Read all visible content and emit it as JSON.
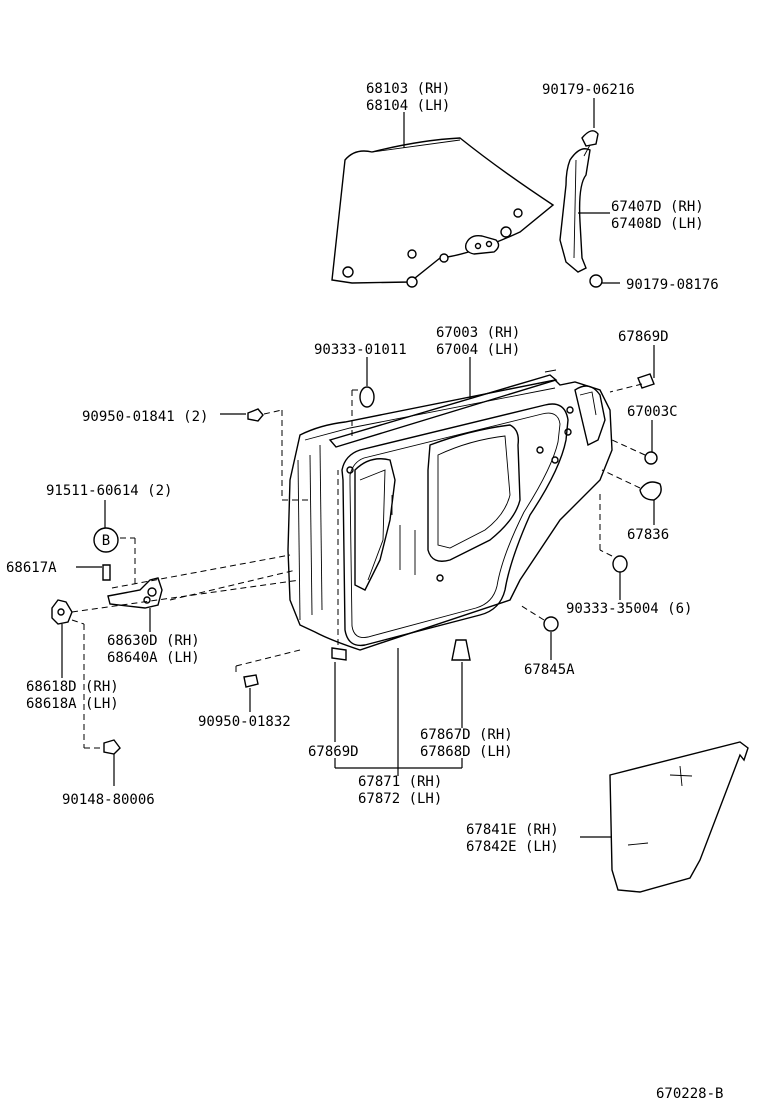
{
  "labels": {
    "glass_rh": "68103 (RH)",
    "glass_lh": "68104 (LH)",
    "bolt_06216": "90179-06216",
    "channel_rh": "67407D (RH)",
    "channel_lh": "67408D (LH)",
    "bolt_08176": "90179-08176",
    "panel_rh": "67003 (RH)",
    "panel_lh": "67004 (LH)",
    "plug_01011": "90333-01011",
    "cushion_67869d_top": "67869D",
    "bolt_01841": "90950-01841 (2)",
    "cushion_67003c": "67003C",
    "screw_60614": "91511-60614 (2)",
    "callout_b": "B",
    "hole_cover_67836": "67836",
    "pin_68617a": "68617A",
    "plug_35004": "90333-35004 (6)",
    "check_rh": "68630D (RH)",
    "check_lh": "68640A (LH)",
    "clip_67845a": "67845A",
    "hinge_rh": "68618D (RH)",
    "hinge_lh": "68618A (LH)",
    "plug_01832": "90950-01832",
    "clip_67867d_rh": "67867D (RH)",
    "clip_67868d_lh": "67868D (LH)",
    "cushion_67869d_bottom": "67869D",
    "weatherstrip_rh": "67871 (RH)",
    "weatherstrip_lh": "67872 (LH)",
    "bolt_80006": "90148-80006",
    "cover_rh": "67841E (RH)",
    "cover_lh": "67842E (LH)",
    "diagram_code": "670228-B"
  }
}
